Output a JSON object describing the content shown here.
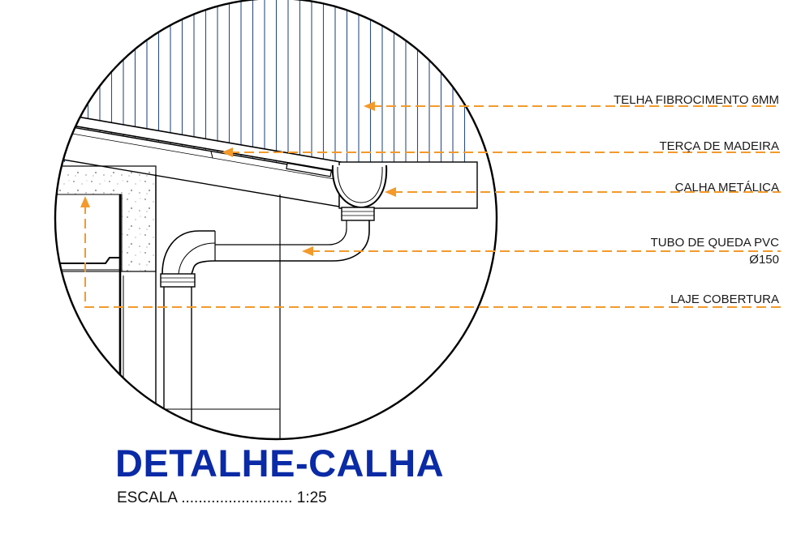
{
  "drawing": {
    "labels": [
      {
        "text": "TELHA FIBROCIMENTO 6MM"
      },
      {
        "text": "TERÇA DE MADEIRA"
      },
      {
        "text": "CALHA METÁLICA"
      },
      {
        "text": "TUBO DE QUEDA PVC",
        "sub": "Ø150"
      },
      {
        "text": "LAJE COBERTURA"
      }
    ]
  },
  "title": "DETALHE-CALHA",
  "scale": {
    "label": "ESCALA",
    "dots": " ..........................",
    "value": " 1:25"
  },
  "colors": {
    "leader": "#f39a2b",
    "title": "#0a2aa6",
    "hatch": "#2c4f80"
  }
}
